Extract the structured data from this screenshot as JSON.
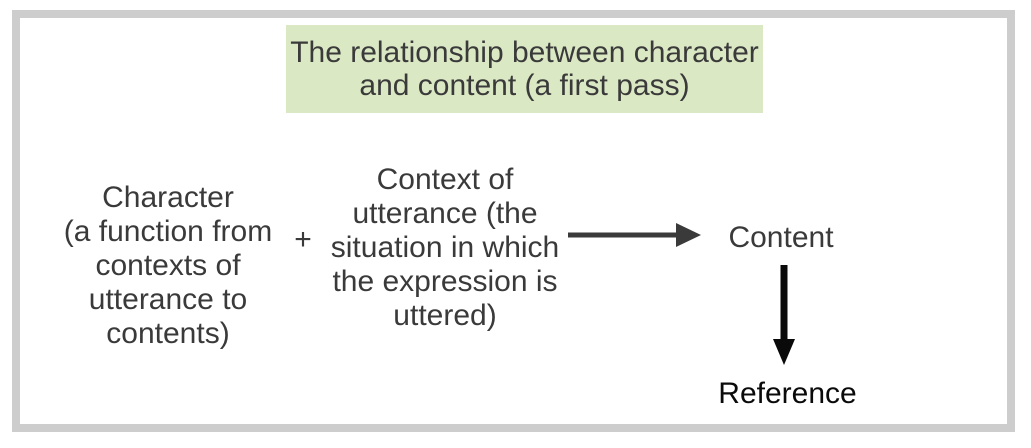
{
  "figure": {
    "title": "The relationship between character\nand content (a first pass)",
    "character_block": "Character\n(a function from\ncontexts of\nutterance to\ncontents)",
    "plus_sign": "+",
    "context_block": "Context of\nutterance (the\nsituation in which\nthe expression is\nuttered)",
    "content_label": "Content",
    "reference_label": "Reference"
  },
  "icons": {
    "right_arrow": "right-arrow-icon",
    "down_arrow": "down-arrow-icon"
  },
  "colors": {
    "title_bg": "#dbe8c4",
    "text": "#3a3a3a",
    "arrow_gray": "#3a3a3a",
    "arrow_black": "#0a0a0a",
    "frame_border": "#cdcdcd"
  }
}
